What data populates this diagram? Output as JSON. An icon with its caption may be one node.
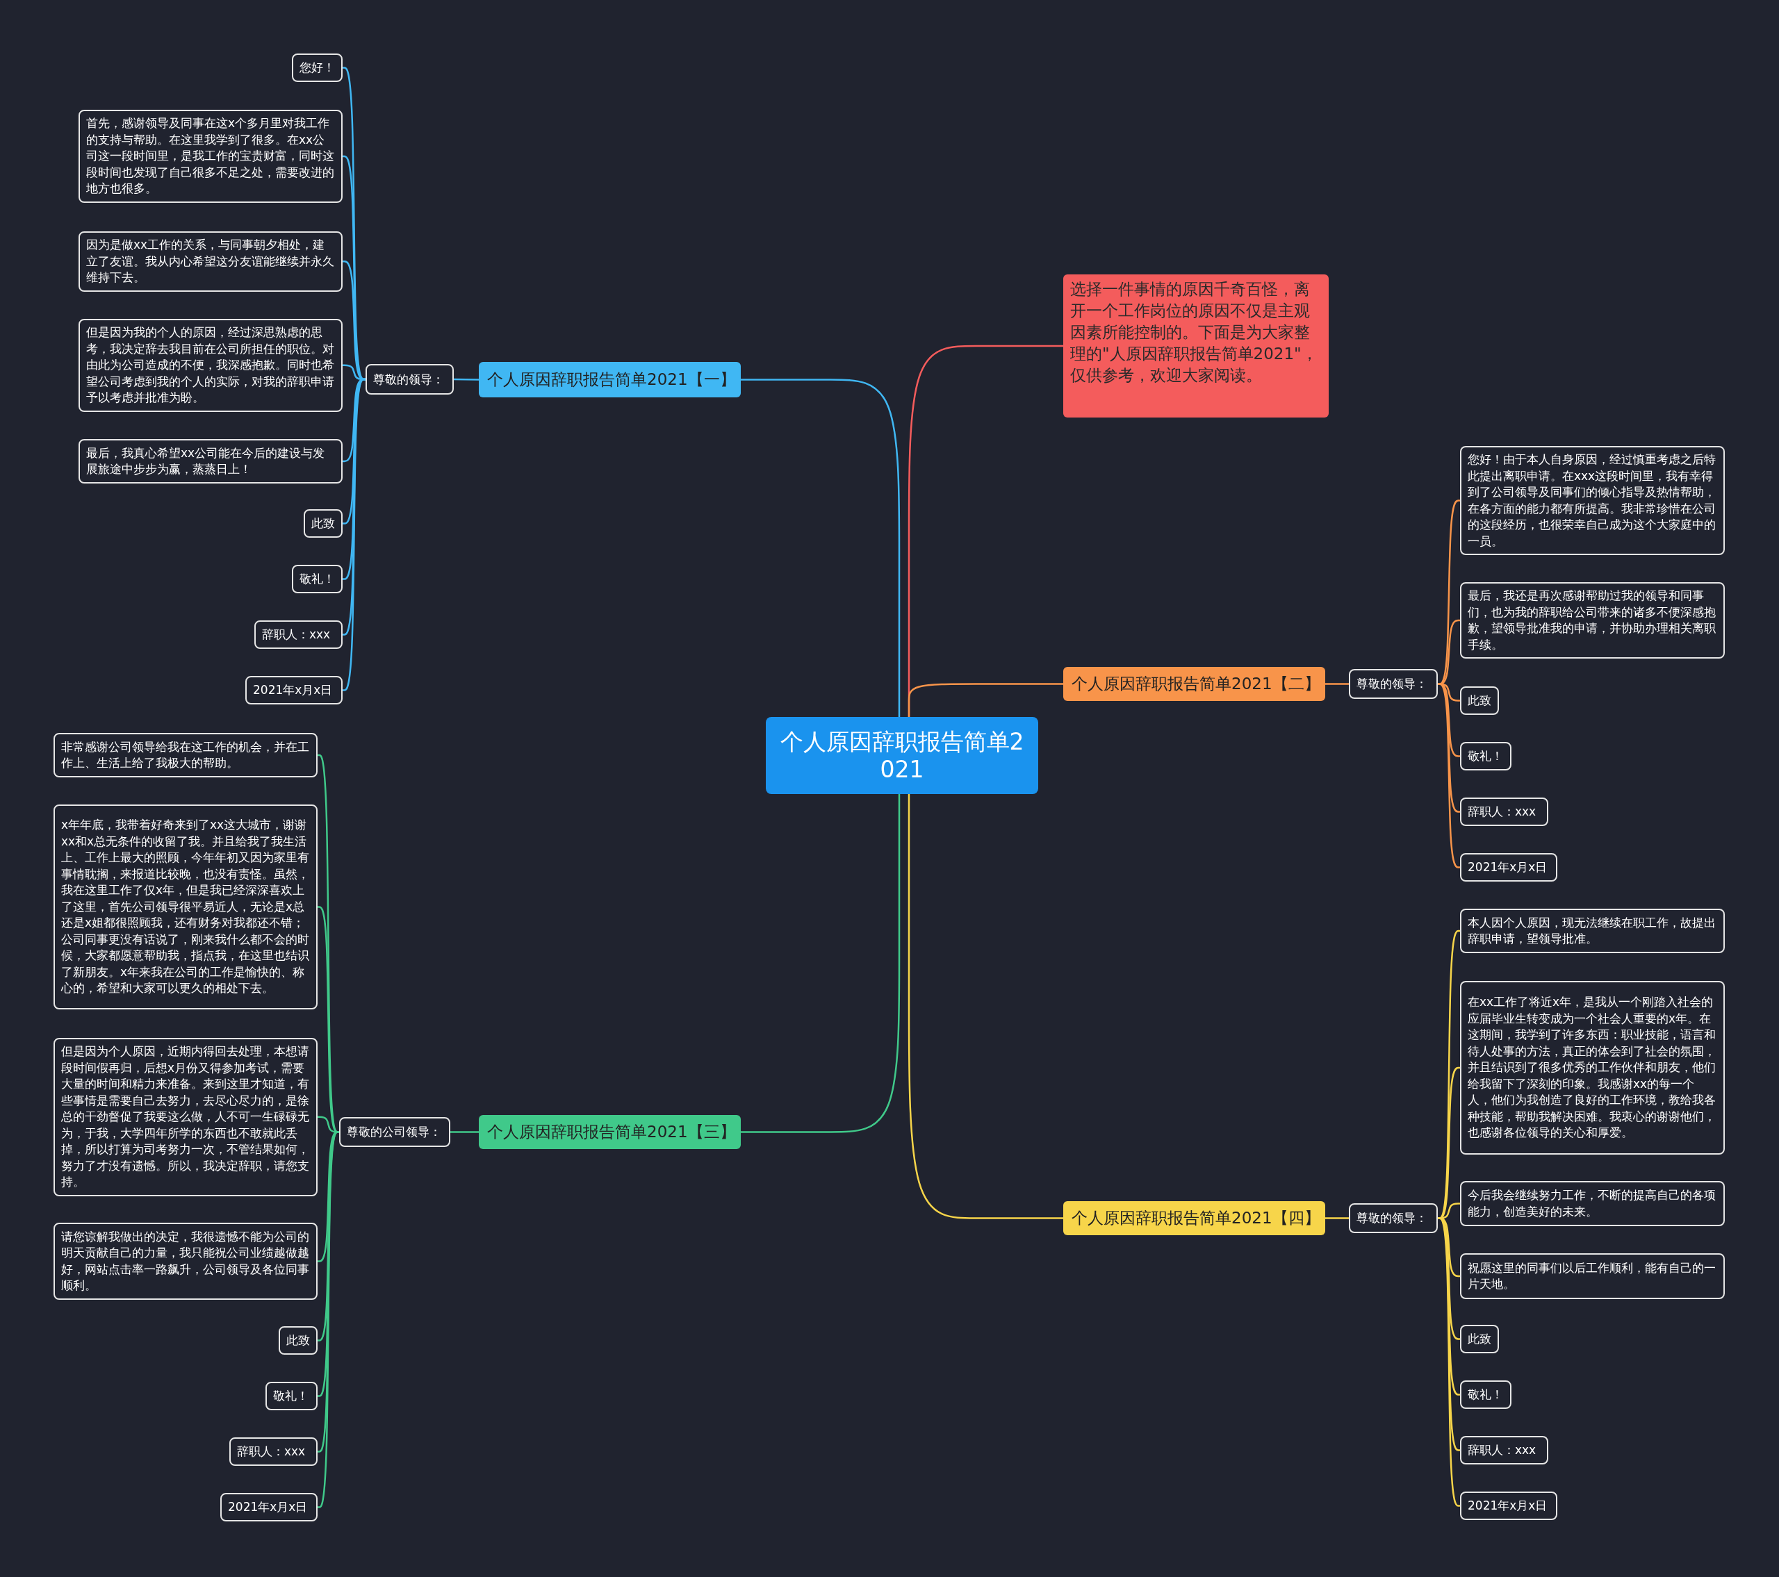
{
  "diagram": {
    "nodes": [
      {
        "text": [
          "个人原因辞职报告简单2021"
        ]
      },
      {
        "text": [
          "选择一件事情的原因千奇百怪，离开一个工作岗位的原因不仅是主观因素所能控制的。下面是为大家整理的\"人原因辞职报告简单2021\"，仅供参考，欢迎大家阅读。"
        ]
      },
      {
        "text": [
          "个人原因辞职报告简单2021【一】"
        ]
      },
      {
        "text": [
          "尊敬的领导："
        ]
      },
      {
        "text": [
          "您好！"
        ]
      },
      {
        "text": [
          "首先，感谢领导及同事在这x个多月里对我工作的支持与帮助。在这里我学到了很多。在xx公司这一段时间里，是我工作的宝贵财富，同时这段时间也发现了自己很多不足之处，需要改进的地方也很多。"
        ]
      },
      {
        "text": [
          "因为是做xx工作的关系，与同事朝夕相处，建立了友谊。我从内心希望这分友谊能继续并永久维持下去。"
        ]
      },
      {
        "text": [
          "但是因为我的个人的原因，经过深思熟虑的思考，我决定辞去我目前在公司所担任的职位。对由此为公司造成的不便，我深感抱歉。同时也希望公司考虑到我的个人的实际，对我的辞职申请予以考虑并批准为盼。"
        ]
      },
      {
        "text": [
          "最后，我真心希望xx公司能在今后的建设与发展旅途中步步为赢，蒸蒸日上！"
        ]
      },
      {
        "text": [
          "此致"
        ]
      },
      {
        "text": [
          "敬礼！"
        ]
      },
      {
        "text": [
          "辞职人：xxx"
        ]
      },
      {
        "text": [
          "2021年x月x日"
        ]
      },
      {
        "text": [
          "个人原因辞职报告简单2021【二】"
        ]
      },
      {
        "text": [
          "尊敬的领导："
        ]
      },
      {
        "text": [
          "您好！由于本人自身原因，经过慎重考虑之后特此提出离职申请。在xxx这段时间里，我有幸得到了公司领导及同事们的倾心指导及热情帮助，在各方面的能力都有所提高。我非常珍惜在公司的这段经历，也很荣幸自己成为这个大家庭中的一员。"
        ]
      },
      {
        "text": [
          "最后，我还是再次感谢帮助过我的领导和同事们，也为我的辞职给公司带来的诸多不便深感抱歉，望领导批准我的申请，并协助办理相关离职手续。"
        ]
      },
      {
        "text": [
          "此致"
        ]
      },
      {
        "text": [
          "敬礼！"
        ]
      },
      {
        "text": [
          "辞职人：xxx"
        ]
      },
      {
        "text": [
          "2021年x月x日"
        ]
      },
      {
        "text": [
          "个人原因辞职报告简单2021【三】"
        ]
      },
      {
        "text": [
          "尊敬的公司领导："
        ]
      },
      {
        "text": [
          "非常感谢公司领导给我在这工作的机会，并在工作上、生活上给了我极大的帮助。"
        ]
      },
      {
        "text": [
          "x年年底，我带着好奇来到了xx这大城市，谢谢xx和x总无条件的收留了我。并且给我了我生活上、工作上最大的照顾，今年年初又因为家里有事情耽搁，来报道比较晚，也没有责怪。虽然，我在这里工作了仅x年，但是我已经深深喜欢上了这里，首先公司领导很平易近人，无论是x总还是x姐都很照顾我，还有财务对我都还不错；公司同事更没有话说了，刚来我什么都不会的时候，大家都愿意帮助我，指点我，在这里也结识了新朋友。x年来我在公司的工作是愉快的、称心的，希望和大家可以更久的相处下去。"
        ]
      },
      {
        "text": [
          "但是因为个人原因，近期内得回去处理，本想请段时间假再归，后想x月份又得参加考试，需要大量的时间和精力来准备。来到这里才知道，有些事情是需要自己去努力，去尽心尽力的，是徐总的干劲督促了我要这么做，人不可一生碌碌无为，于我，大学四年所学的东西也不敢就此丢掉，所以打算为司考努力一次，不管结果如何，努力了才没有遗憾。所以，我决定辞职，请您支持。"
        ]
      },
      {
        "text": [
          "请您谅解我做出的决定，我很遗憾不能为公司的明天贡献自己的力量，我只能祝公司业绩越做越好，网站点击率一路飙升，公司领导及各位同事顺利。"
        ]
      },
      {
        "text": [
          "此致"
        ]
      },
      {
        "text": [
          "敬礼！"
        ]
      },
      {
        "text": [
          "辞职人：xxx"
        ]
      },
      {
        "text": [
          "2021年x月x日"
        ]
      },
      {
        "text": [
          "个人原因辞职报告简单2021【四】"
        ]
      },
      {
        "text": [
          "尊敬的领导："
        ]
      },
      {
        "text": [
          "本人因个人原因，现无法继续在职工作，故提出辞职申请，望领导批准。"
        ]
      },
      {
        "text": [
          "在xx工作了将近x年，是我从一个刚踏入社会的应届毕业生转变成为一个社会人重要的x年。在这期间，我学到了许多东西：职业技能，语言和待人处事的方法，真正的体会到了社会的氛围，并且结识到了很多优秀的工作伙伴和朋友，他们给我留下了深刻的印象。我感谢xx的每一个人，他们为我创造了良好的工作环境，教给我各种技能，帮助我解决困难。我衷心的谢谢他们，也感谢各位领导的关心和厚爱。"
        ]
      },
      {
        "text": [
          "今后我会继续努力工作，不断的提高自己的各项能力，创造美好的未来。"
        ]
      },
      {
        "text": [
          "祝愿这里的同事们以后工作顺利，能有自己的一片天地。"
        ]
      },
      {
        "text": [
          "此致"
        ]
      },
      {
        "text": [
          "敬礼！"
        ]
      },
      {
        "text": [
          "辞职人：xxx"
        ]
      },
      {
        "text": [
          "2021年x月x日"
        ]
      }
    ],
    "edges": [
      {
        "from": 0,
        "to": 1,
        "arrow": "none",
        "color": "#f45c5c"
      },
      {
        "from": 0,
        "to": 2,
        "arrow": "none",
        "color": "#40b7f3"
      },
      {
        "from": 2,
        "to": 3,
        "arrow": "none",
        "color": "#40b7f3"
      },
      {
        "from": 3,
        "to": 4,
        "arrow": "none",
        "color": "#40b7f3"
      },
      {
        "from": 3,
        "to": 5,
        "arrow": "none",
        "color": "#40b7f3"
      },
      {
        "from": 3,
        "to": 6,
        "arrow": "none",
        "color": "#40b7f3"
      },
      {
        "from": 3,
        "to": 7,
        "arrow": "none",
        "color": "#40b7f3"
      },
      {
        "from": 3,
        "to": 8,
        "arrow": "none",
        "color": "#40b7f3"
      },
      {
        "from": 3,
        "to": 9,
        "arrow": "none",
        "color": "#40b7f3"
      },
      {
        "from": 3,
        "to": 10,
        "arrow": "none",
        "color": "#40b7f3"
      },
      {
        "from": 3,
        "to": 11,
        "arrow": "none",
        "color": "#40b7f3"
      },
      {
        "from": 3,
        "to": 12,
        "arrow": "none",
        "color": "#40b7f3"
      },
      {
        "from": 0,
        "to": 13,
        "arrow": "none",
        "color": "#f8944a"
      },
      {
        "from": 13,
        "to": 14,
        "arrow": "none",
        "color": "#f8944a"
      },
      {
        "from": 14,
        "to": 15,
        "arrow": "none",
        "color": "#f8944a"
      },
      {
        "from": 14,
        "to": 16,
        "arrow": "none",
        "color": "#f8944a"
      },
      {
        "from": 14,
        "to": 17,
        "arrow": "none",
        "color": "#f8944a"
      },
      {
        "from": 14,
        "to": 18,
        "arrow": "none",
        "color": "#f8944a"
      },
      {
        "from": 14,
        "to": 19,
        "arrow": "none",
        "color": "#f8944a"
      },
      {
        "from": 14,
        "to": 20,
        "arrow": "none",
        "color": "#f8944a"
      },
      {
        "from": 0,
        "to": 21,
        "arrow": "none",
        "color": "#40c98a"
      },
      {
        "from": 21,
        "to": 22,
        "arrow": "none",
        "color": "#40c98a"
      },
      {
        "from": 22,
        "to": 23,
        "arrow": "none",
        "color": "#40c98a"
      },
      {
        "from": 22,
        "to": 24,
        "arrow": "none",
        "color": "#40c98a"
      },
      {
        "from": 22,
        "to": 25,
        "arrow": "none",
        "color": "#40c98a"
      },
      {
        "from": 22,
        "to": 26,
        "arrow": "none",
        "color": "#40c98a"
      },
      {
        "from": 22,
        "to": 27,
        "arrow": "none",
        "color": "#40c98a"
      },
      {
        "from": 22,
        "to": 28,
        "arrow": "none",
        "color": "#40c98a"
      },
      {
        "from": 22,
        "to": 29,
        "arrow": "none",
        "color": "#40c98a"
      },
      {
        "from": 22,
        "to": 30,
        "arrow": "none",
        "color": "#40c98a"
      },
      {
        "from": 0,
        "to": 31,
        "arrow": "none",
        "color": "#f7d54a"
      },
      {
        "from": 31,
        "to": 32,
        "arrow": "none",
        "color": "#f7d54a"
      },
      {
        "from": 32,
        "to": 33,
        "arrow": "none",
        "color": "#f7d54a"
      },
      {
        "from": 32,
        "to": 34,
        "arrow": "none",
        "color": "#f7d54a"
      },
      {
        "from": 32,
        "to": 35,
        "arrow": "none",
        "color": "#f7d54a"
      },
      {
        "from": 32,
        "to": 36,
        "arrow": "none",
        "color": "#f7d54a"
      },
      {
        "from": 32,
        "to": 37,
        "arrow": "none",
        "color": "#f7d54a"
      },
      {
        "from": 32,
        "to": 38,
        "arrow": "none",
        "color": "#f7d54a"
      },
      {
        "from": 32,
        "to": 39,
        "arrow": "none",
        "color": "#f7d54a"
      },
      {
        "from": 32,
        "to": 40,
        "arrow": "none",
        "color": "#f7d54a"
      }
    ]
  }
}
